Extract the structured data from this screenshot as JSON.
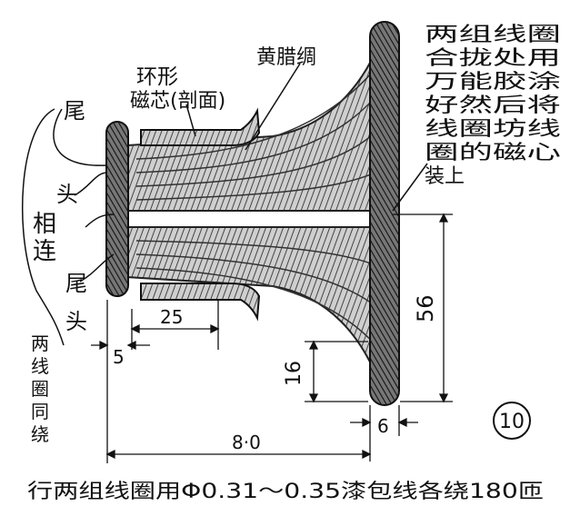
{
  "labels": {
    "ring_core_line1": "环形",
    "ring_core_line2": "磁芯(剖面)",
    "wax_cloth": "黄腊绸",
    "right_note": [
      "两组线圈",
      "合拢处用",
      "万能胶涂",
      "好然后将",
      "线圈坊线",
      "圈的磁心",
      "装上"
    ],
    "tail_upper": "尾",
    "head_upper": "头",
    "connect": [
      "相",
      "连"
    ],
    "tail_lower": "尾",
    "head_lower": "头",
    "left_note": [
      "两",
      "线",
      "圈",
      "同",
      "绕"
    ]
  },
  "dimensions": {
    "d25": "25",
    "d5": "5",
    "d56": "56",
    "d16": "16",
    "d6": "6",
    "d80": "8·0"
  },
  "figure_number": "10",
  "caption": "行两组线圈用Φ0.31～0.35漆包线各绕180匝"
}
